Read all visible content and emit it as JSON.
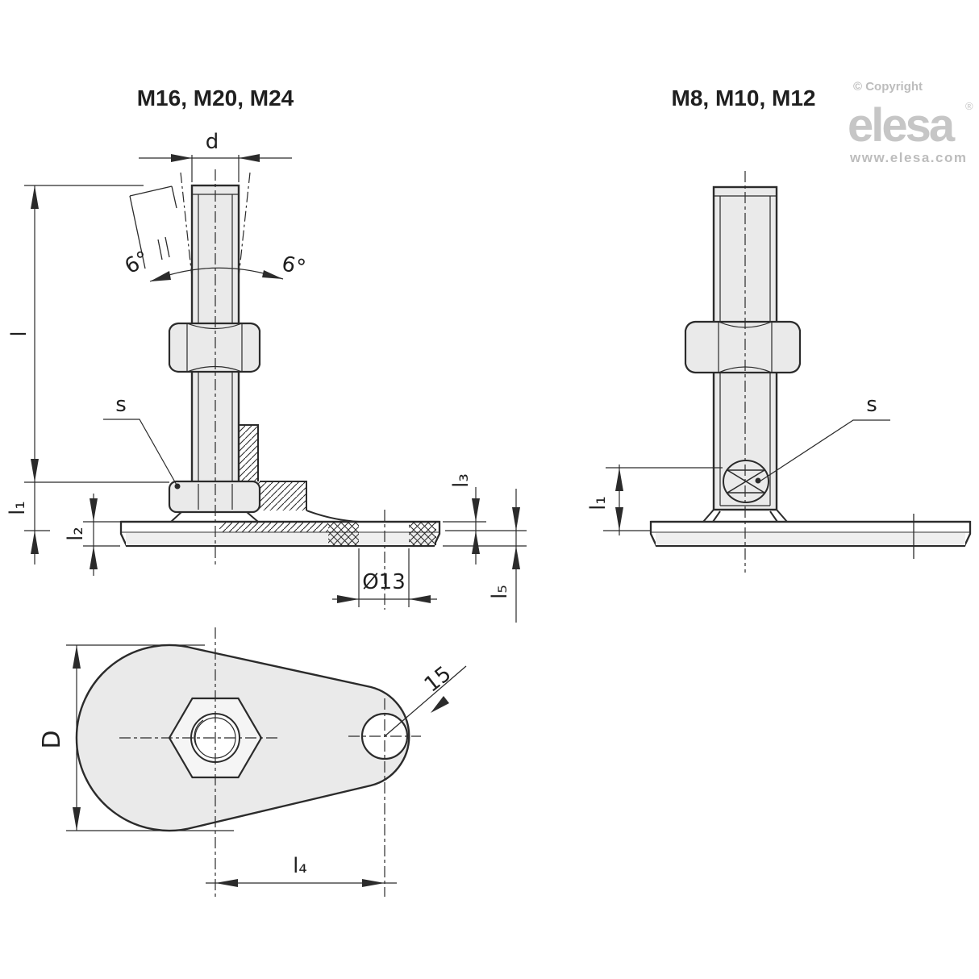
{
  "drawing": {
    "left_view": {
      "title": "M16, M20, M24",
      "labels": {
        "thread_diameter": "d",
        "length": "l",
        "l1": "l₁",
        "l2": "l₂",
        "l3": "l₃",
        "l5": "l₅",
        "angle_left": "6°",
        "angle_right": "6°",
        "wrench_flats": "s",
        "hole_diameter": "Ø13"
      }
    },
    "right_view": {
      "title": "M8, M10, M12",
      "labels": {
        "l1": "l₁",
        "wrench_flats": "s"
      }
    },
    "plan_view": {
      "labels": {
        "base_diameter": "D",
        "hole_distance": "l₄",
        "tip_radius": "15"
      }
    },
    "branding": {
      "copyright": "© Copyright",
      "logo": "elesa",
      "registered": "®",
      "website": "www.elesa.com"
    },
    "colors": {
      "line": "#2b2b2b",
      "metal_fill": "#eaeaea",
      "plate_band_fill": "#efefef",
      "logo_gray": "#c6c6c6"
    }
  }
}
